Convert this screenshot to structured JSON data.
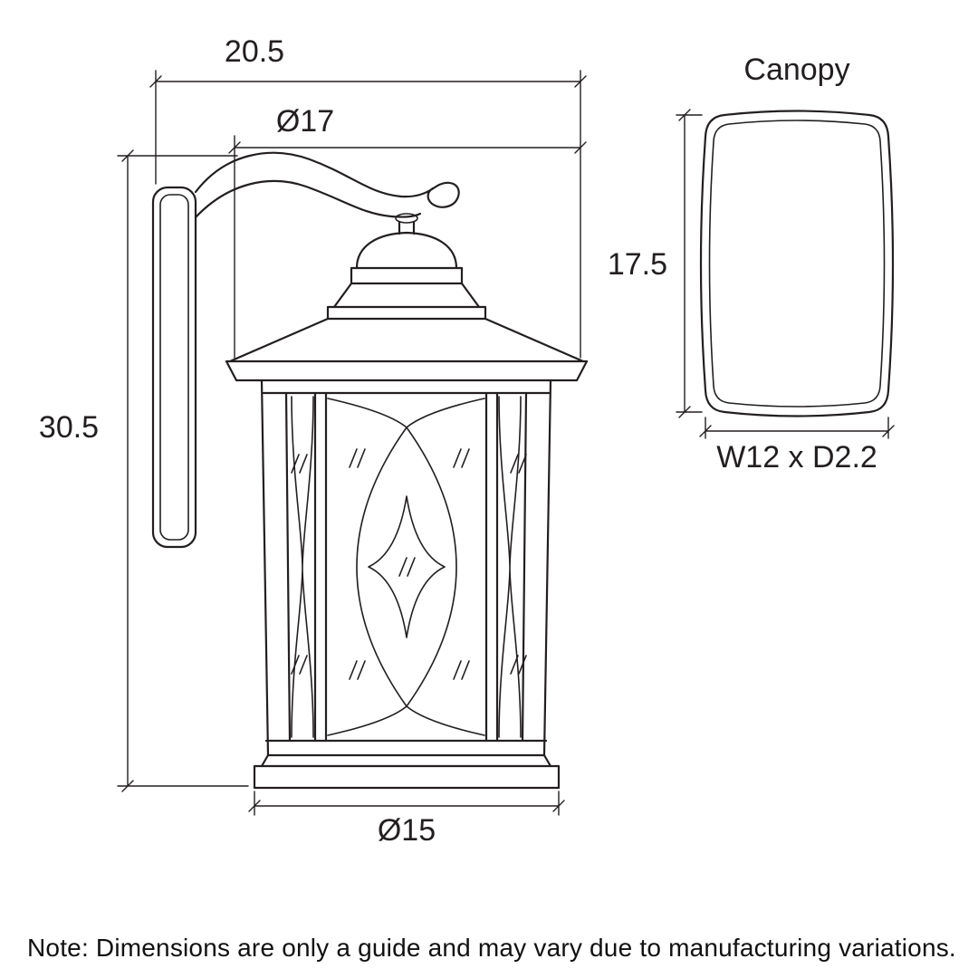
{
  "colors": {
    "line": "#231f20",
    "background": "#ffffff"
  },
  "main_view": {
    "dim_width_overall": "20.5",
    "dim_roof_diameter": "Ø17",
    "dim_height_overall": "30.5",
    "dim_base_diameter": "Ø15"
  },
  "canopy_view": {
    "title": "Canopy",
    "dim_height": "17.5",
    "dim_footprint": "W12 x D2.2"
  },
  "footer": {
    "note": "Note: Dimensions are only a guide and may vary due to manufacturing variations."
  }
}
